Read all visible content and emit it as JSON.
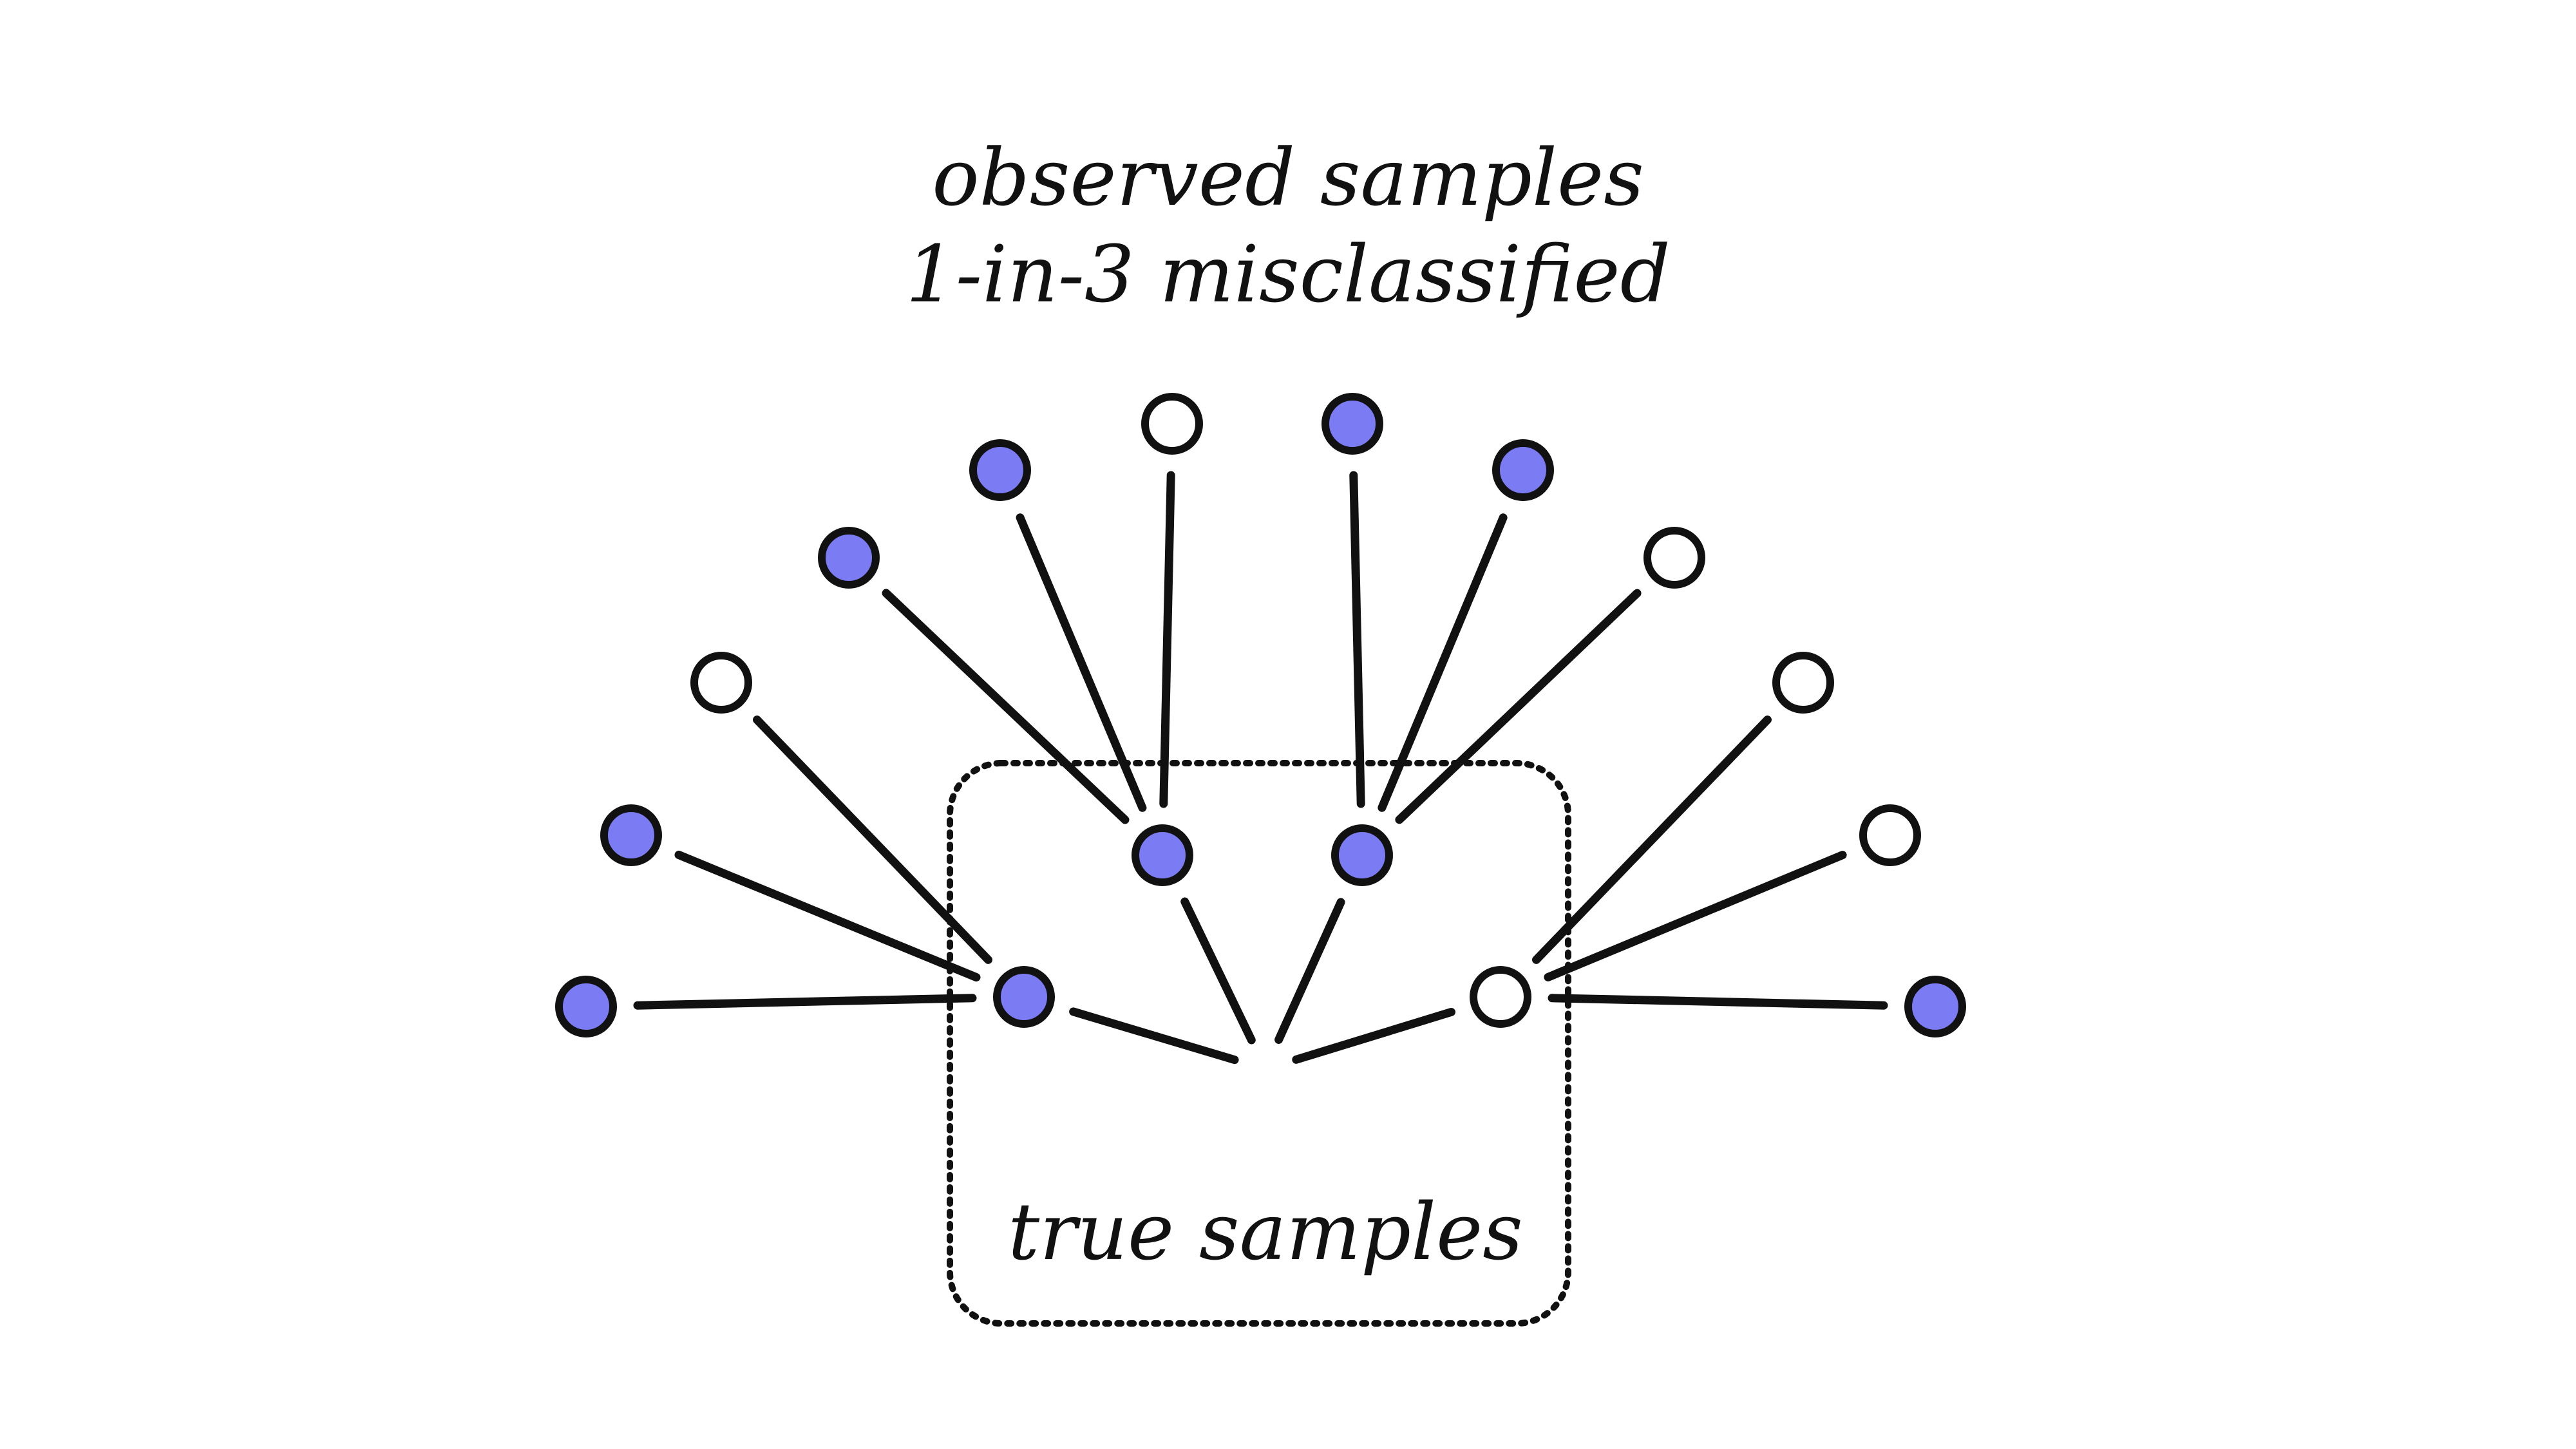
{
  "title": {
    "line1": "observed samples",
    "line2": "1-in-3 misclassified"
  },
  "box": {
    "label": "true samples",
    "border_style": "dotted"
  },
  "colors": {
    "filled": "#7b7bf4",
    "empty": "#ffffff",
    "stroke": "#111111"
  },
  "true_samples": [
    {
      "id": "t1",
      "state": "filled"
    },
    {
      "id": "t2",
      "state": "filled"
    },
    {
      "id": "t3",
      "state": "filled"
    },
    {
      "id": "t4",
      "state": "empty"
    }
  ],
  "observed_samples": [
    {
      "parent": "t1",
      "state": "filled"
    },
    {
      "parent": "t1",
      "state": "filled"
    },
    {
      "parent": "t1",
      "state": "empty"
    },
    {
      "parent": "t2",
      "state": "filled"
    },
    {
      "parent": "t2",
      "state": "filled"
    },
    {
      "parent": "t2",
      "state": "empty"
    },
    {
      "parent": "t3",
      "state": "filled"
    },
    {
      "parent": "t3",
      "state": "filled"
    },
    {
      "parent": "t3",
      "state": "empty"
    },
    {
      "parent": "t4",
      "state": "empty"
    },
    {
      "parent": "t4",
      "state": "empty"
    },
    {
      "parent": "t4",
      "state": "filled"
    }
  ]
}
